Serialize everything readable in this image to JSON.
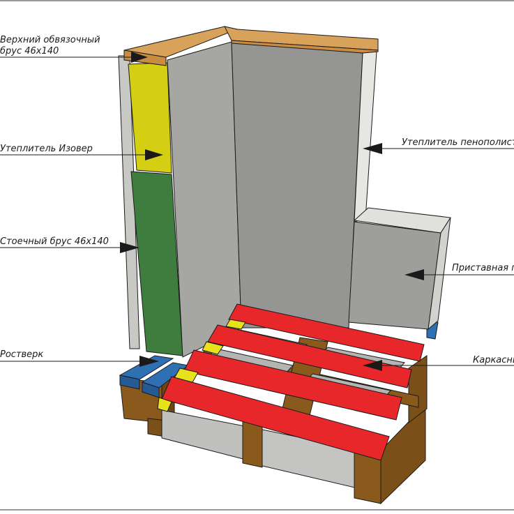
{
  "colors": {
    "top_plate": "#d9a25a",
    "insulation_mineral": "#d4cf12",
    "stud": "#3f7d3f",
    "grillage": "#2f6fb3",
    "frame": "#e8272a",
    "wood": "#8a5a1c",
    "wall_panel": "#9a9a98",
    "wall_panel_light": "#c8c8c5",
    "foam": "#e6e6e3",
    "line": "#1a1a1a"
  },
  "labels": {
    "top_plate": [
      "Верхний обвязочный",
      "брус 46х140"
    ],
    "insulation_izover": "Утеплитель Изовер",
    "stud": "Стоечный брус 46х140",
    "grillage": "Ростверк",
    "insulation_foam": "Утеплитель пенополист",
    "attached": "Приставная п",
    "frame": "Каркасны"
  }
}
